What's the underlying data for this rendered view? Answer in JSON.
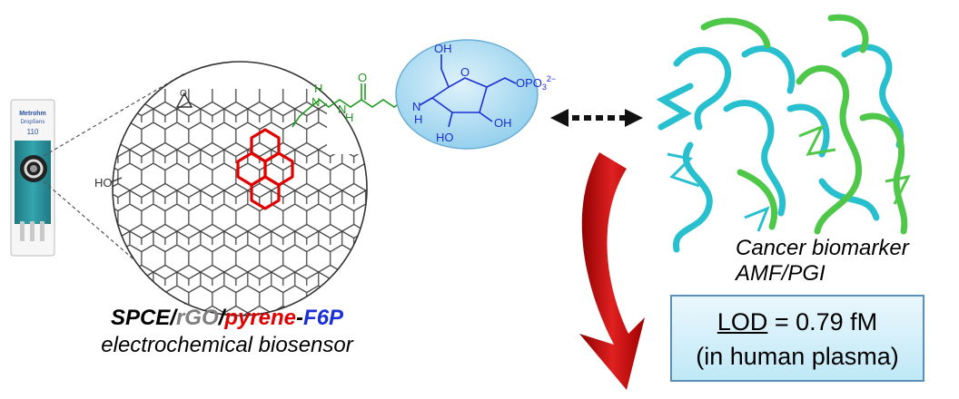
{
  "sensor_strip": {
    "brand": "Metrohm",
    "brand_sub": "DropSens",
    "model": "110"
  },
  "molecule": {
    "left_label": "HO",
    "linker": {
      "nh_top": "H",
      "n_top": "N",
      "o_carbonyl": "O",
      "n_amide": "N",
      "nh_amide": "H",
      "o_oxime": "O"
    },
    "sugar": {
      "oh_top": "OH",
      "o_ring": "O",
      "n_label": "N",
      "n_h": "H",
      "phosphate": "OPO",
      "phosphate_sub": "3",
      "phosphate_sup": "2−",
      "oh_right": "OH",
      "ho_bottom": "HO"
    }
  },
  "caption": {
    "spce": "SPCE",
    "sep1": "/",
    "rgo": "rGO",
    "sep2": "/",
    "pyrene": "pyrene",
    "dash": "-",
    "f6p": "F6P",
    "line2": "electrochemical biosensor"
  },
  "protein": {
    "caption": "Cancer biomarker AMF/PGI"
  },
  "lod": {
    "label": "LOD",
    "value": " = 0.79 fM",
    "line2": "(in human plasma)"
  },
  "colors": {
    "pyrene": "#e00000",
    "rgo": "#7f7f7f",
    "f6p": "#1a2fd6",
    "linker": "#1f9a1f",
    "sugar_bubble": "#9ad3ef",
    "strip": "#2c8f98",
    "protein_cyan": "#28c0cf",
    "protein_green": "#4fc84a",
    "arrow_red": "#c40000"
  }
}
